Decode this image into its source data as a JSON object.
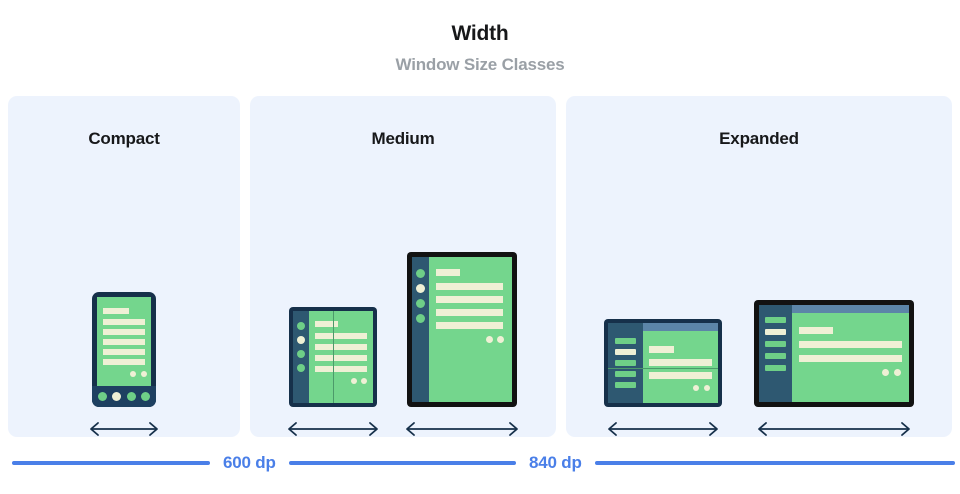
{
  "header": {
    "title": "Width",
    "subtitle": "Window Size Classes"
  },
  "panels": [
    {
      "label": "Compact"
    },
    {
      "label": "Medium"
    },
    {
      "label": "Expanded"
    }
  ],
  "footer": {
    "breakpoints": [
      {
        "label": "600 dp"
      },
      {
        "label": "840 dp"
      }
    ]
  },
  "colors": {
    "panel_background": "#EDF3FD",
    "screen_green": "#74D68D",
    "content_cream": "#EFF0D5",
    "nav_rail": "#2E5871",
    "device_frame_navy": "#16304A",
    "device_frame_black": "#121212",
    "app_bar": "#5C85A8",
    "accent_blue": "#4A7FE8",
    "title_text": "#17181A",
    "subtitle_text": "#9AA0A6"
  },
  "devices": {
    "phone": {
      "name": "phone-compact",
      "nav_dots": 4,
      "active_nav_index": 1
    },
    "foldable_portrait": {
      "name": "foldable-portrait-medium",
      "rail_dots": 4,
      "active_rail_index": 1
    },
    "tablet_portrait": {
      "name": "tablet-portrait-medium",
      "rail_dots": 4,
      "active_rail_index": 1
    },
    "foldable_landscape": {
      "name": "foldable-landscape-expanded",
      "rail_bars": 5,
      "active_rail_index": 1
    },
    "tablet_landscape": {
      "name": "tablet-landscape-expanded",
      "rail_bars": 5,
      "active_rail_index": 1
    }
  }
}
